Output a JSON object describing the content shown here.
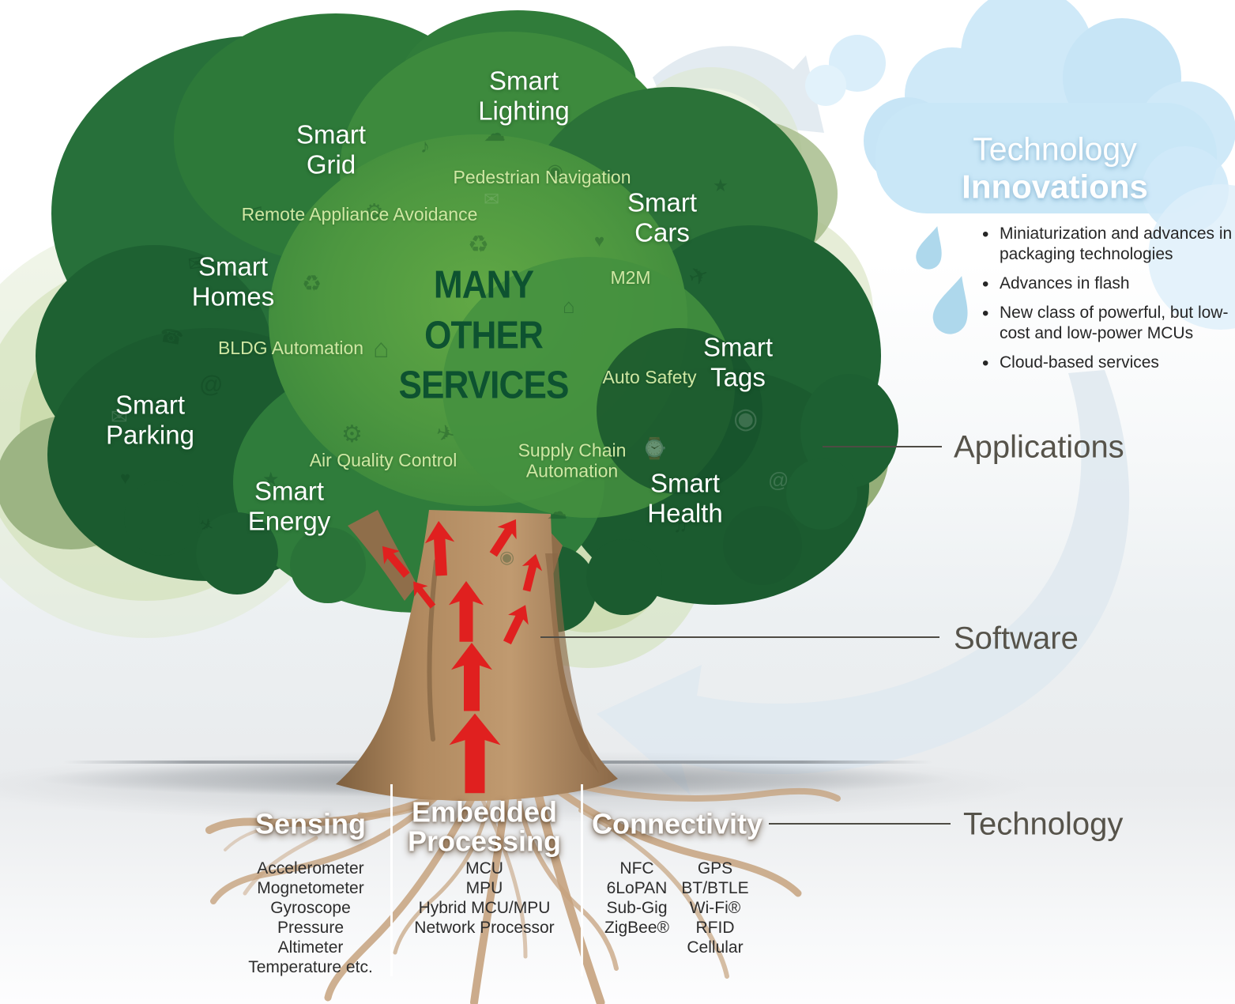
{
  "canopy": {
    "center_label": "MANY\nOTHER\nSERVICES",
    "primary_labels": [
      "Smart Lighting",
      "Smart Grid",
      "Smart Homes",
      "Smart Parking",
      "Smart Energy",
      "Smart Cars",
      "Smart Tags",
      "Smart Health"
    ],
    "secondary_labels": [
      "Pedestrian Navigation",
      "Remote Appliance Avoidance",
      "BLDG Automation",
      "M2M",
      "Auto Safety",
      "Air Quality Control",
      "Supply Chain Automation"
    ]
  },
  "cloud": {
    "title_line1": "Technology",
    "title_line2": "Innovations",
    "bullets": [
      "Miniaturization and advances in packaging technologies",
      "Advances in flash",
      "New class of powerful, but low-cost and low-power MCUs",
      "Cloud-based services"
    ]
  },
  "side_labels": {
    "applications": "Applications",
    "software": "Software",
    "technology": "Technology"
  },
  "roots": {
    "sensing": {
      "title": "Sensing",
      "items": [
        "Accelerometer",
        "Mognetometer",
        "Gyroscope",
        "Pressure",
        "Altimeter",
        "Temperature etc."
      ]
    },
    "embedded": {
      "title": "Embedded Processing",
      "items": [
        "MCU",
        "MPU",
        "Hybrid MCU/MPU",
        "Network Processor"
      ]
    },
    "connectivity": {
      "title": "Connectivity",
      "col1": [
        "NFC",
        "6LoPAN",
        "Sub-Gig",
        "ZigBee®"
      ],
      "col2": [
        "GPS",
        "BT/BTLE",
        "Wi-Fi®",
        "RFID",
        "Cellular"
      ]
    }
  },
  "colors": {
    "canopy_dark": "#1b5b2f",
    "canopy_mid": "#2f7c3b",
    "canopy_light": "#5ea443",
    "label_light_green": "#cfe7a3",
    "center_text_green": "#0d5230",
    "trunk_brown": "#b18a60",
    "root_tan": "#c5a27e",
    "sap_arrow_red": "#e0201f",
    "cloud_blue": "#c9e7f7",
    "side_label_gray": "#56534a"
  }
}
